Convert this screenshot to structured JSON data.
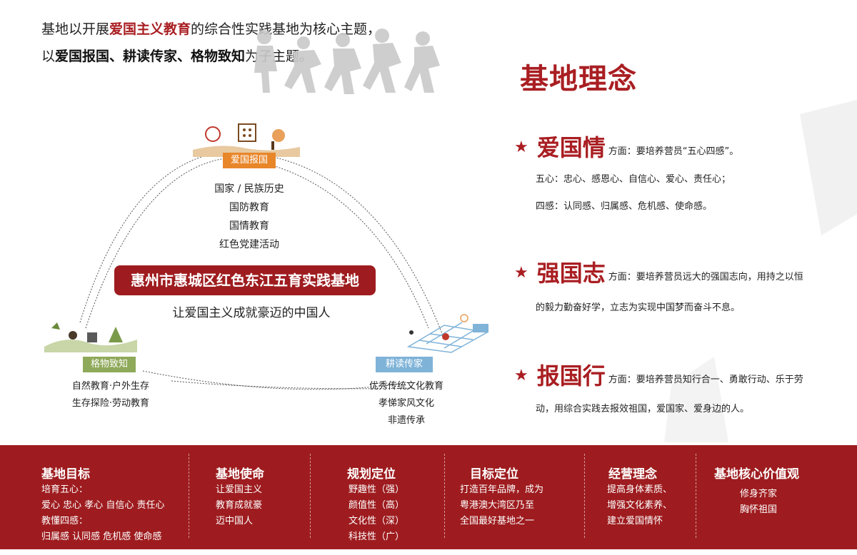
{
  "intro": {
    "line1_pre": "基地以开展",
    "line1_em": "爱国主义教育",
    "line1_post": "的综合性实践基地为核心主题，",
    "line2_pre": "以",
    "line2_bold": "爱国报国、耕读传家、格物致知",
    "line2_post": "为子主题。"
  },
  "philosophy": {
    "title": "基地理念",
    "themes": [
      {
        "name": "爱国情",
        "desc": "方面：要培养营员“五心四感”。",
        "lines": [
          "五心：忠心、感恩心、自信心、爱心、责任心；",
          "四感：认同感、归属感、危机感、使命感。"
        ]
      },
      {
        "name": "强国志",
        "desc": "方面：要培养营员远大的强国志向，用持之以恒",
        "lines": [
          "的毅力勤奋好学，立志为实现中国梦而奋斗不息。"
        ]
      },
      {
        "name": "报国行",
        "desc": "方面：要培养营员知行合一、勇敢行动、乐于劳",
        "lines": [
          "动，用综合实践去报效祖国，爱国家、爱身边的人。"
        ]
      }
    ]
  },
  "diagram": {
    "top_tag": "爱国报国",
    "top_topics": [
      "国家 / 民族历史",
      "国防教育",
      "国情教育",
      "红色党建活动"
    ],
    "base_name": "惠州市惠城区红色东江五育实践基地",
    "slogan": "让爱国主义成就豪迈的中国人",
    "left_tag": "格物致知",
    "left_topics": [
      "自然教育·户外生存",
      "生存探险·劳动教育"
    ],
    "right_tag": "耕读传家",
    "right_topics": [
      "优秀传统文化教育",
      "孝悌家风文化",
      "非遗传承"
    ]
  },
  "footer": [
    {
      "title": "基地目标",
      "lines": [
        "培育五心：",
        "爱心 忠心 孝心 自信心 责任心",
        "教懂四感：",
        "归属感 认同感 危机感 使命感"
      ]
    },
    {
      "title": "基地使命",
      "lines": [
        "让爱国主义",
        "教育成就豪",
        "迈中国人"
      ]
    },
    {
      "title": "规划定位",
      "lines": [
        "野趣性（强）",
        "颜值性（高）",
        "文化性（深）",
        "科技性（广）"
      ]
    },
    {
      "title": "目标定位",
      "lines": [
        "打造百年品牌，成为",
        "粤港澳大湾区乃至",
        "全国最好基地之一"
      ]
    },
    {
      "title": "经营理念",
      "lines": [
        "提高身体素质、",
        "增强文化素养、",
        "建立爱国情怀"
      ]
    },
    {
      "title": "基地核心价值观",
      "lines": [
        "修身齐家",
        "胸怀祖国"
      ]
    }
  ],
  "colors": {
    "brand_red": "#9e1c1f",
    "accent_red": "#a91e22",
    "tag_orange": "#e8862a",
    "tag_green": "#8fa95a",
    "tag_blue": "#7fb3d8"
  }
}
